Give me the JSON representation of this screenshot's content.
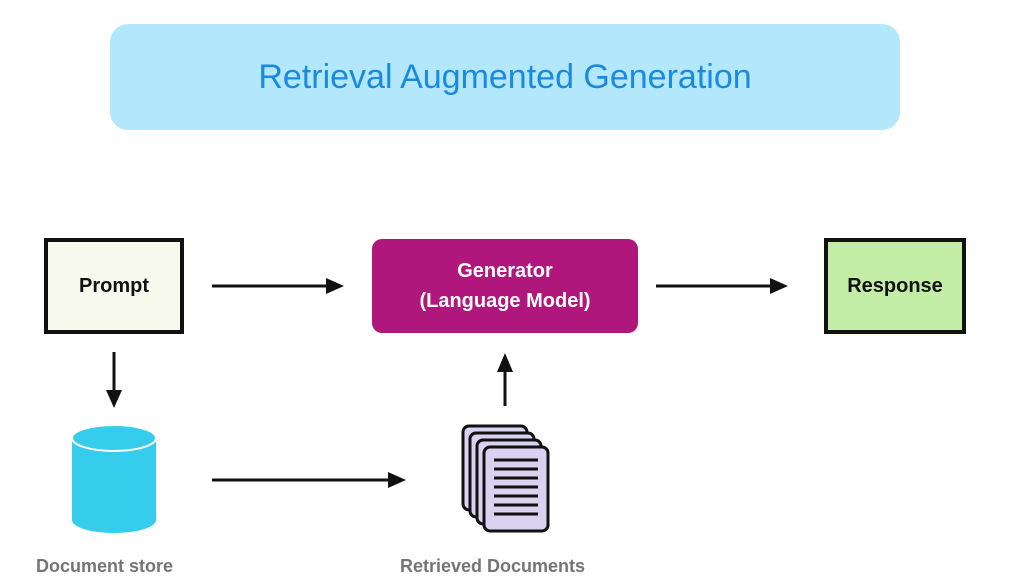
{
  "title": "Retrieval Augmented Generation",
  "nodes": {
    "prompt": "Prompt",
    "generator_line1": "Generator",
    "generator_line2": "(Language Model)",
    "response": "Response"
  },
  "labels": {
    "document_store": "Document store",
    "retrieved_documents": "Retrieved Documents"
  },
  "colors": {
    "title_bg": "#b3e7fb",
    "title_text": "#1a8ae0",
    "generator": "#b0177c",
    "prompt_bg": "#f7f9ec",
    "response_bg": "#c3eca7",
    "database": "#36cdec",
    "documents": "#d9d2f0"
  },
  "icons": [
    "database-icon",
    "documents-icon"
  ]
}
